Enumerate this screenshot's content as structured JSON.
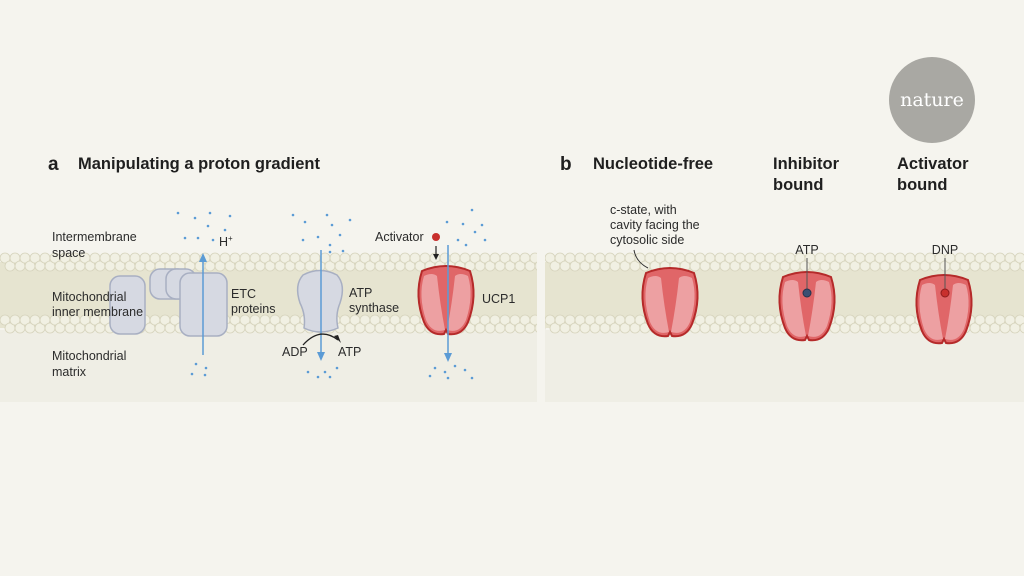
{
  "logo": "nature",
  "panel_a": {
    "letter": "a",
    "title": "Manipulating a proton gradient",
    "regions": {
      "intermembrane": [
        "Intermembrane",
        "space"
      ],
      "inner_membrane": [
        "Mitochondrial",
        "inner membrane"
      ],
      "matrix": [
        "Mitochondrial",
        "matrix"
      ]
    },
    "proton_label": "H",
    "proton_sup": "+",
    "etc": [
      "ETC",
      "proteins"
    ],
    "atp_synthase": [
      "ATP",
      "synthase"
    ],
    "adp": "ADP",
    "atp": "ATP",
    "activator": "Activator",
    "ucp1": "UCP1"
  },
  "panel_b": {
    "letter": "b",
    "states": [
      {
        "title": [
          "Nucleotide-free",
          ""
        ],
        "annotation": [
          "c-state, with",
          "cavity facing the",
          "cytosolic side"
        ]
      },
      {
        "title": [
          "Inhibitor",
          "bound"
        ],
        "ligand": "ATP"
      },
      {
        "title": [
          "Activator",
          "bound"
        ],
        "ligand": "DNP"
      }
    ]
  },
  "colors": {
    "proton": "#5b9bd5",
    "ucp_outline": "#b52a2a",
    "activator": "#c8302d",
    "inhibitor": "#3b4f72"
  }
}
